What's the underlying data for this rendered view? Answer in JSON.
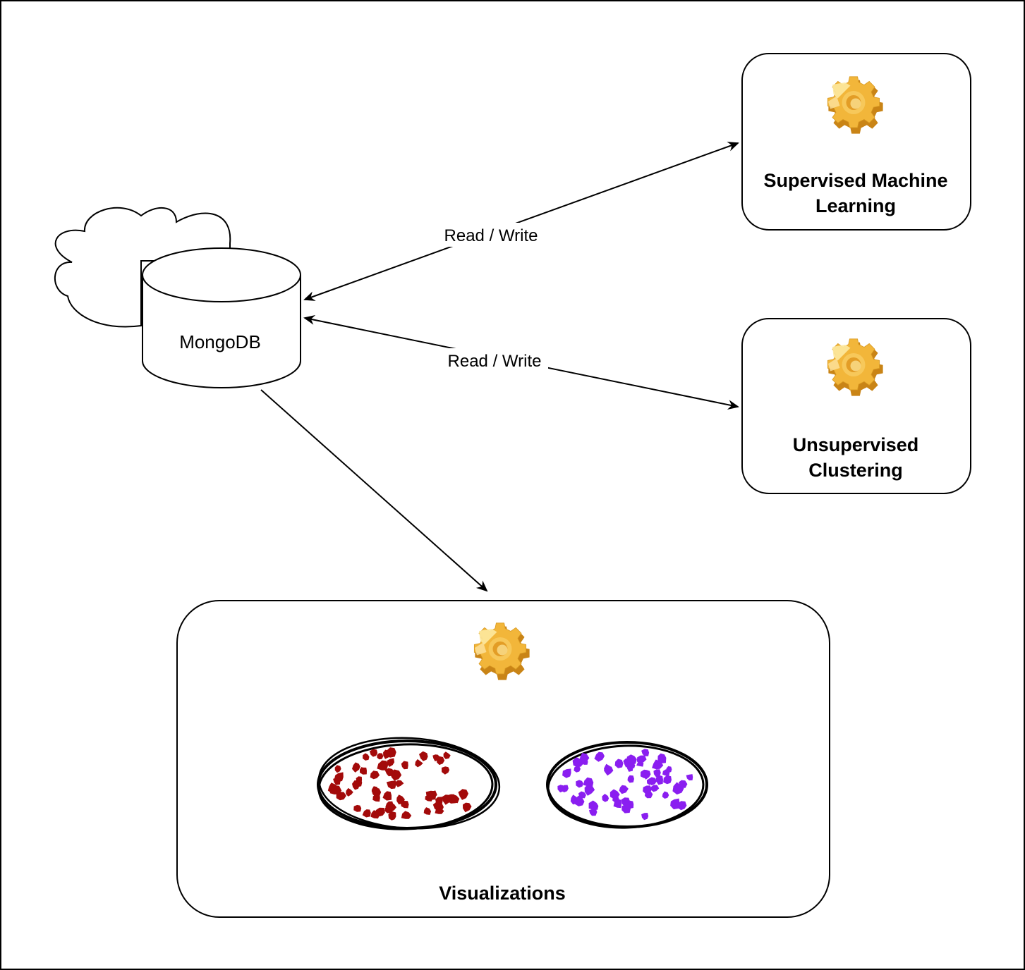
{
  "nodes": {
    "database": {
      "label": "MongoDB"
    },
    "supervised": {
      "label_line1": "Supervised Machine",
      "label_line2": "Learning",
      "icon": "gear-icon"
    },
    "unsupervised": {
      "label_line1": "Unsupervised",
      "label_line2": "Clustering",
      "icon": "gear-icon"
    },
    "visualizations": {
      "label": "Visualizations",
      "icon": "gear-icon",
      "clusters": [
        {
          "name": "red-cluster",
          "color": "#a30a0a"
        },
        {
          "name": "purple-cluster",
          "color": "#8a1ef0"
        }
      ]
    }
  },
  "edges": [
    {
      "from": "MongoDB",
      "to": "Supervised Machine Learning",
      "label": "Read / Write",
      "direction": "both"
    },
    {
      "from": "MongoDB",
      "to": "Unsupervised Clustering",
      "label": "Read / Write",
      "direction": "both"
    },
    {
      "from": "MongoDB",
      "to": "Visualizations",
      "label": "",
      "direction": "forward"
    }
  ],
  "colors": {
    "stroke": "#000000",
    "gear_light": "#fde9a0",
    "gear_mid": "#f2b63a",
    "gear_dark": "#c98416",
    "red_dots": "#a30a0a",
    "purple_dots": "#8a1ef0"
  }
}
